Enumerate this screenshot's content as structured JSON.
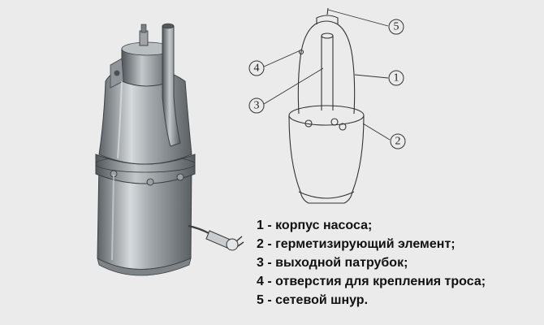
{
  "callouts": [
    {
      "num": "1"
    },
    {
      "num": "2"
    },
    {
      "num": "3"
    },
    {
      "num": "4"
    },
    {
      "num": "5"
    }
  ],
  "legend": [
    "1 - корпус насоса;",
    "2 - герметизирующий элемент;",
    "3 - выходной патрубок;",
    "4 - отверстия для крепления троса;",
    "5 - сетевой шнур."
  ],
  "colors": {
    "background": "#ebebeb",
    "metal_dark": "#6f7579",
    "metal_light": "#cfd4d7",
    "line": "#333333"
  }
}
